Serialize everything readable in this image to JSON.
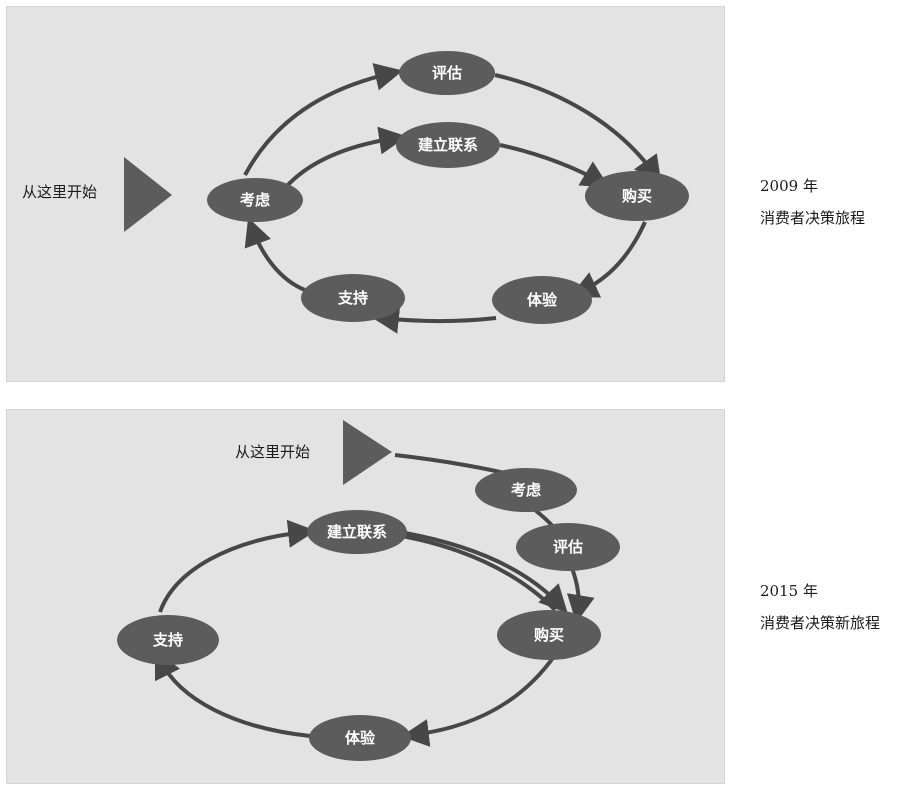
{
  "colors": {
    "panel": "#e3e3e3",
    "node": "#5c5c5c",
    "arrow": "#474747"
  },
  "diagram_2009": {
    "start_label": "从这里开始",
    "nodes": {
      "evaluate": "评估",
      "consider": "考虑",
      "bond": "建立联系",
      "buy": "购买",
      "support": "支持",
      "experience": "体验"
    },
    "caption": {
      "year": "2009 年",
      "title": "消费者决策旅程"
    }
  },
  "diagram_2015": {
    "start_label": "从这里开始",
    "nodes": {
      "consider": "考虑",
      "evaluate": "评估",
      "bond": "建立联系",
      "buy": "购买",
      "support": "支持",
      "experience": "体验"
    },
    "caption": {
      "year": "2015 年",
      "title": "消费者决策新旅程"
    }
  }
}
